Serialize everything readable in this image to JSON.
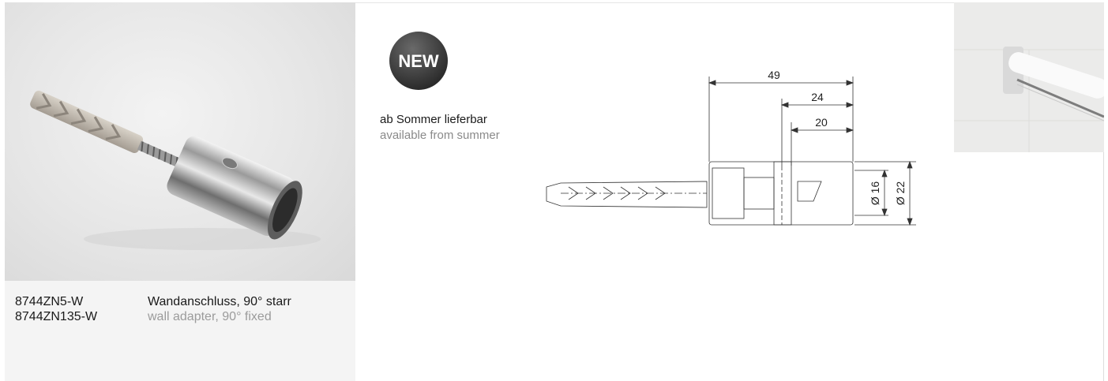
{
  "product": {
    "codes": [
      "8744ZN5-W",
      "8744ZN135-W"
    ],
    "name_de": "Wandanschluss, 90° starr",
    "name_en": "wall adapter, 90° fixed"
  },
  "badge": {
    "label": "NEW"
  },
  "availability": {
    "de": "ab Sommer lieferbar",
    "en": "available from summer"
  },
  "drawing": {
    "dim_total": "49",
    "dim_mid": "24",
    "dim_inner": "20",
    "dim_d_inner": "Ø 16",
    "dim_d_outer": "Ø 22"
  }
}
